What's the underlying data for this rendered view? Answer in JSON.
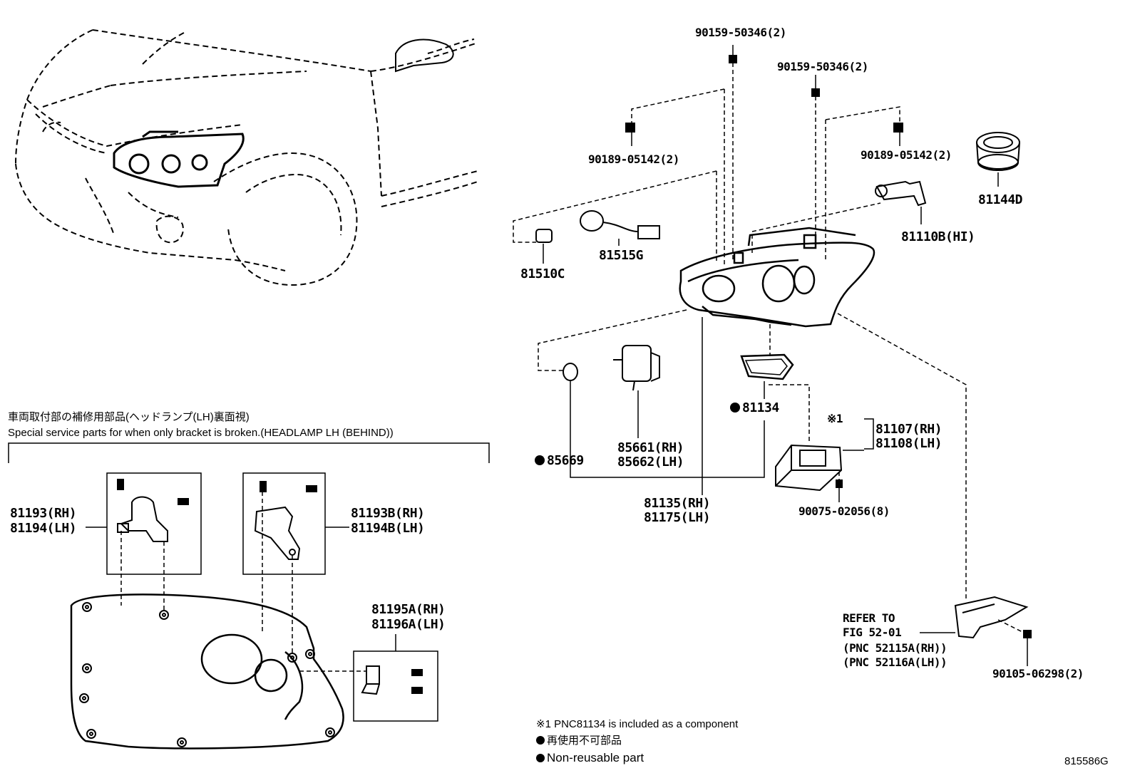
{
  "figure_id": "815586G",
  "parts": {
    "p9015950346_top": "90159-50346(2)",
    "p9015950346_right": "90159-50346(2)",
    "p9018905142_left": "90189-05142(2)",
    "p9018905142_right": "90189-05142(2)",
    "p81144D": "81144D",
    "p81110B": "81110B(HI)",
    "p81510C": "81510C",
    "p81515G": "81515G",
    "p81134": "81134",
    "p85669": "85669",
    "p85661": "85661(RH)",
    "p85662": "85662(LH)",
    "p81135": "81135(RH)",
    "p81175": "81175(LH)",
    "ref_mark": "※1",
    "p81107": "81107(RH)",
    "p81108": "81108(LH)",
    "p9007502056": "90075-02056(8)",
    "p9010506298": "90105-06298(2)",
    "p81193": "81193(RH)",
    "p81194": "81194(LH)",
    "p81193B": "81193B(RH)",
    "p81194B": "81194B(LH)",
    "p81195A": "81195A(RH)",
    "p81196A": "81196A(LH)"
  },
  "refer": {
    "line1": "REFER TO",
    "line2": "FIG 52-01",
    "line3": "(PNC 52115A(RH))",
    "line4": "(PNC 52116A(LH))"
  },
  "service": {
    "title_jp": "車両取付部の補修用部品(ヘッドランプ(LH)裏面視)",
    "title_en": "Special service parts for when only bracket is broken.(HEADLAMP LH (BEHIND))"
  },
  "notes": {
    "note1": "※1 PNC81134 is included as a component",
    "note2": "再使用不可部品",
    "note3": "Non-reusable part"
  }
}
